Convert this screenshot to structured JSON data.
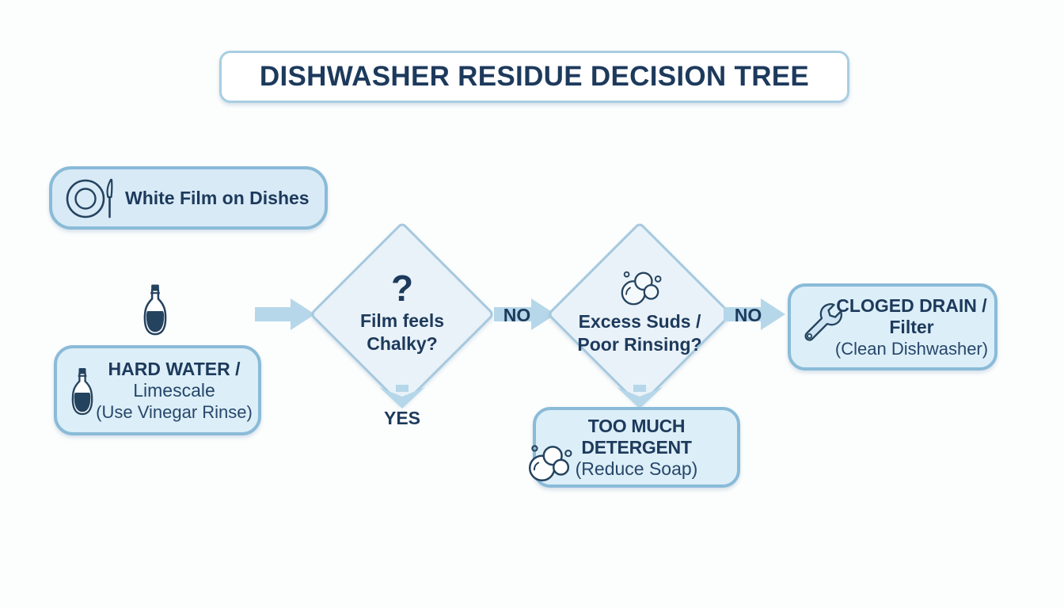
{
  "title": "DISHWASHER RESIDUE DECISION TREE",
  "colors": {
    "text_navy": "#1d3a5c",
    "text_regular": "#27476b",
    "box_fill": "#dceef7",
    "box_border": "#8abbd8",
    "diamond_fill": "#e9f2f8",
    "diamond_border": "#a6c9de",
    "arrow_fill": "#b5d7e9",
    "background": "#fcfdfd"
  },
  "nodes": {
    "symptom": {
      "label": "White Film on Dishes",
      "icon": "plate-knife-icon"
    },
    "decision_chalky": {
      "glyph": "?",
      "line1": "Film feels",
      "line2": "Chalky?"
    },
    "decision_suds": {
      "line1": "Excess Suds /",
      "line2": "Poor Rinsing?",
      "icon": "bubbles-icon"
    },
    "cause_hard_water": {
      "line1": "HARD WATER /",
      "line2": "Limescale",
      "line3": "(Use Vinegar Rinse)",
      "icon": "vinegar-bottle-icon"
    },
    "cause_detergent": {
      "line1": "TOO MUCH DETERGENT",
      "line2": "(Reduce Soap)",
      "icon": "bubbles-icon"
    },
    "cause_clogged": {
      "line1": "CLOGED DRAIN /",
      "line2": "Filter",
      "line3": "(Clean Dishwasher)",
      "icon": "wrench-icon"
    }
  },
  "edges": {
    "chalky_no": "NO",
    "chalky_yes": "YES",
    "suds_no": "NO"
  }
}
